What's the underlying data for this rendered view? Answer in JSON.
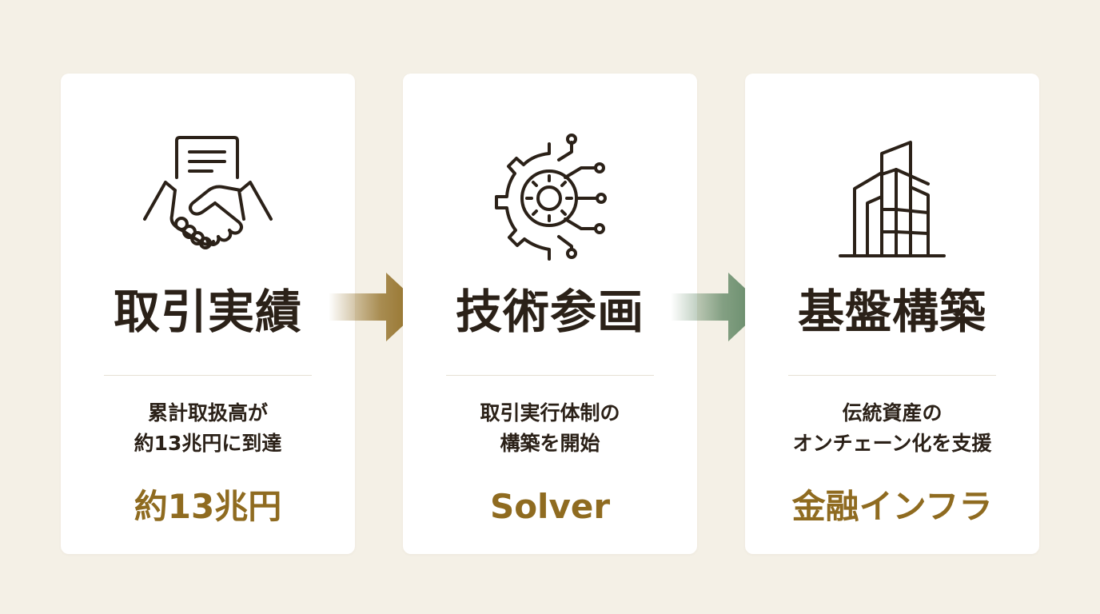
{
  "colors": {
    "background": "#f4f0e6",
    "card": "#ffffff",
    "text": "#2b2118",
    "highlight": "#8f6b20",
    "arrow1": "#8f6b20",
    "arrow2": "#5e8562"
  },
  "cards": [
    {
      "icon": "handshake-contract-icon",
      "title": "取引実績",
      "desc_line1": "累計取扱高が",
      "desc_line2": "約13兆円に到達",
      "highlight": "約13兆円"
    },
    {
      "icon": "gear-circuit-icon",
      "title": "技術参画",
      "desc_line1": "取引実行体制の",
      "desc_line2": "構築を開始",
      "highlight": "Solver"
    },
    {
      "icon": "buildings-icon",
      "title": "基盤構築",
      "desc_line1": "伝統資産の",
      "desc_line2": "オンチェーン化を支援",
      "highlight": "金融インフラ"
    }
  ]
}
